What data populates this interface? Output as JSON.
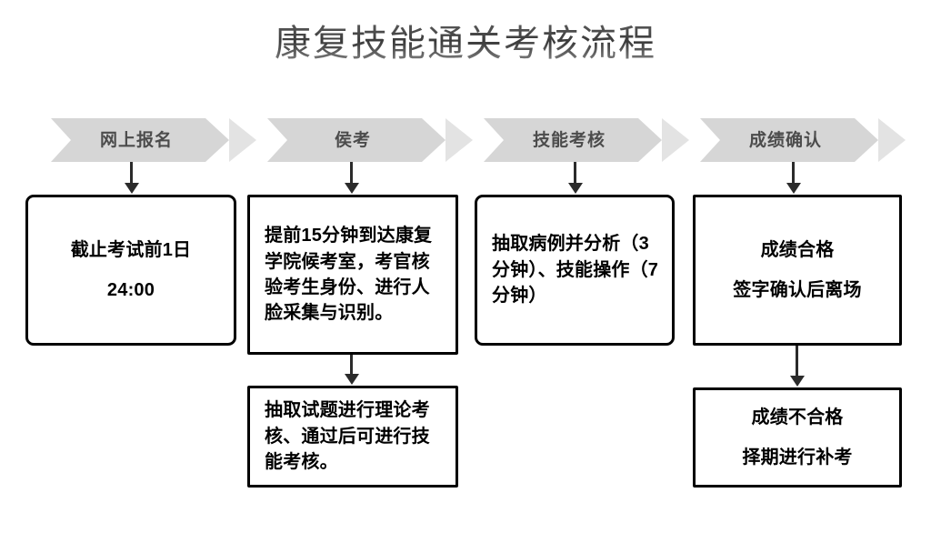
{
  "title": "康复技能通关考核流程",
  "stages": [
    {
      "id": "online-registration",
      "label": "网上报名"
    },
    {
      "id": "waiting",
      "label": "侯考"
    },
    {
      "id": "skill-assessment",
      "label": "技能考核"
    },
    {
      "id": "score-confirmation",
      "label": "成绩确认"
    }
  ],
  "boxes": {
    "deadline": {
      "line1": "截止考试前1日",
      "line2": "24:00"
    },
    "waiting_room": {
      "text": "提前15分钟到达康复学院候考室，考官核验考生身份、进行人脸采集与识别。"
    },
    "theory_test": {
      "text": "抽取试题进行理论考核、通过后可进行技能考核。"
    },
    "skill_operation": {
      "text": "抽取病例并分析（3分钟）、技能操作（7分钟）"
    },
    "pass": {
      "line1": "成绩合格",
      "line2": "签字确认后离场"
    },
    "fail": {
      "line1": "成绩不合格",
      "line2": "择期进行补考"
    }
  },
  "colors": {
    "chevron_body": "#d6d6d6",
    "chevron_tip": "#e3e3e3",
    "chevron_text": "#4c4c4c",
    "box_border": "#000000",
    "arrow": "#2b2b2b",
    "title_text": "#4a4a4a",
    "background": "#ffffff"
  }
}
